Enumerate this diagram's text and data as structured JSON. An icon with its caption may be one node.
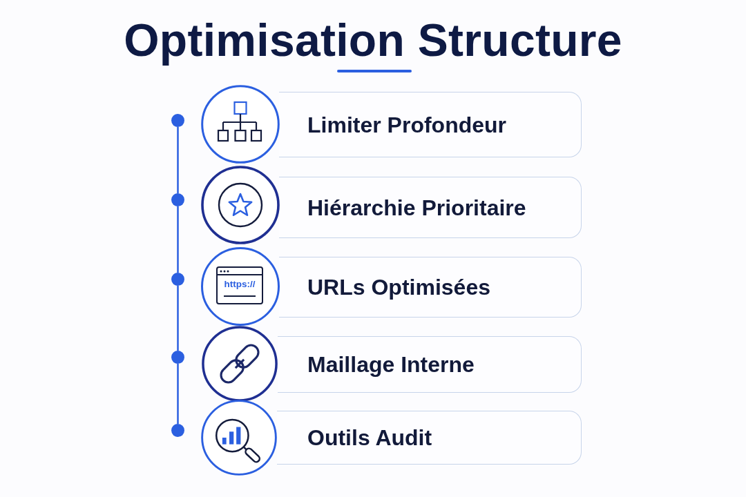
{
  "diagram": {
    "title": "Optimisation Structure",
    "nodes": [
      {
        "text": [
          "Limiter Profondeur"
        ]
      },
      {
        "text": [
          "Hiérarchie Prioritaire"
        ]
      },
      {
        "text": [
          "URLs Optimisées"
        ],
        "beside": [
          "https://"
        ]
      },
      {
        "text": [
          "Maillage Interne"
        ]
      },
      {
        "text": [
          "Outils Audit"
        ]
      },
      {
        "text": [],
        "shape": "circle"
      },
      {
        "text": [],
        "shape": "circle"
      },
      {
        "text": [],
        "shape": "circle"
      },
      {
        "text": [],
        "shape": "circle"
      },
      {
        "text": [],
        "shape": "circle"
      }
    ],
    "edges": [
      {
        "from": 5,
        "to": 6,
        "arrow": "none"
      },
      {
        "from": 6,
        "to": 7,
        "arrow": "none"
      },
      {
        "from": 7,
        "to": 8,
        "arrow": "none"
      },
      {
        "from": 8,
        "to": 9,
        "arrow": "none"
      }
    ]
  }
}
